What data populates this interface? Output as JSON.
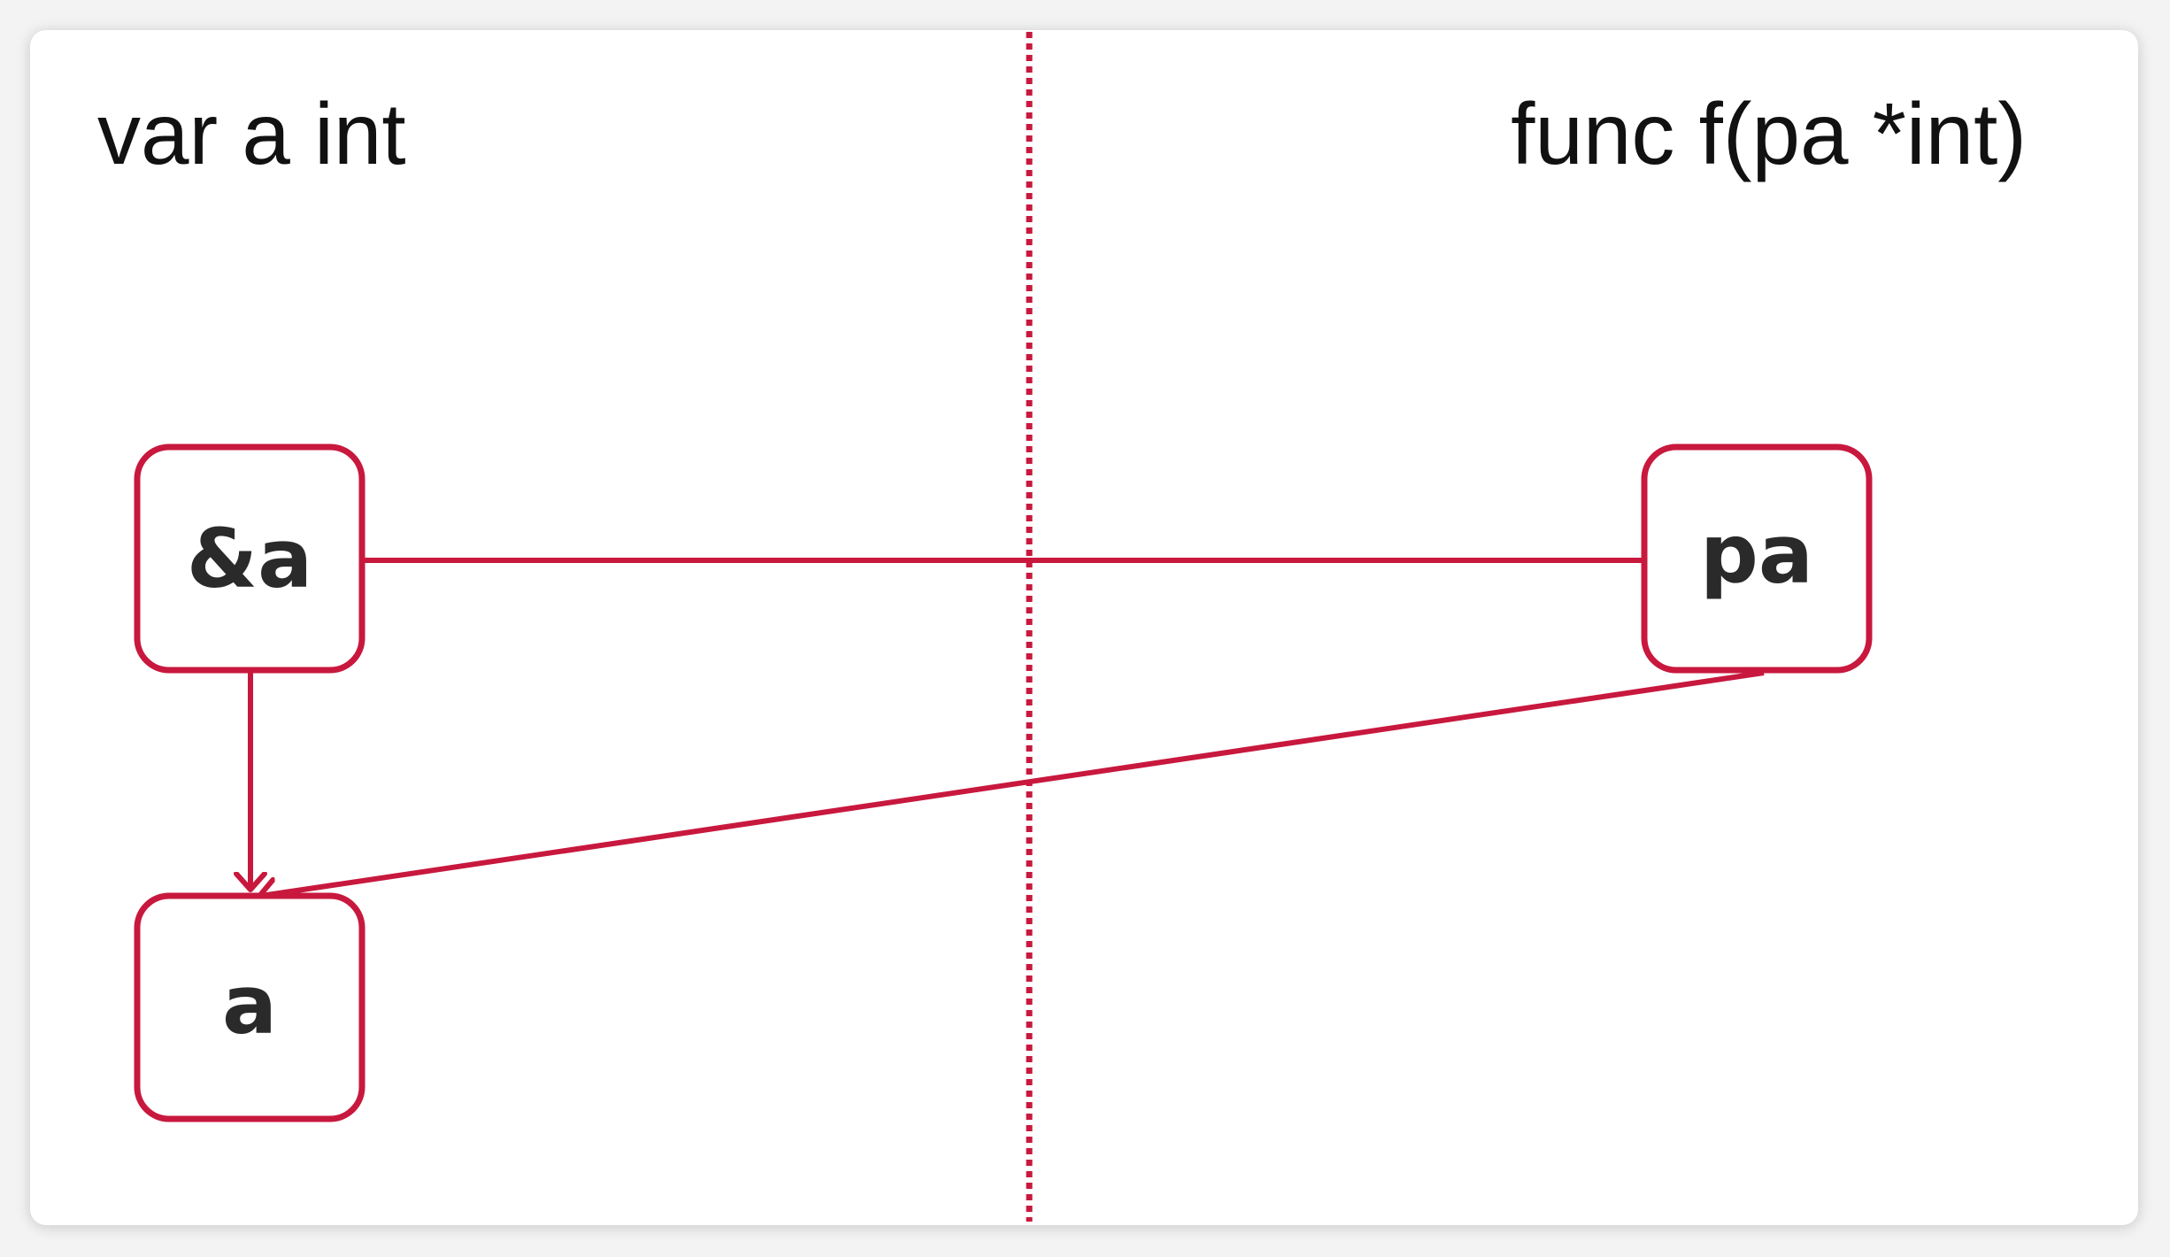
{
  "left_label": "var a int",
  "right_label": "func f(pa *int)",
  "nodes": {
    "addr_a": "&a",
    "pa": "pa",
    "a": "a"
  },
  "colors": {
    "accent": "#c8183e",
    "divider": "#c8183e",
    "text": "#111111",
    "node_text": "#2a2a2a",
    "background": "#ffffff"
  }
}
